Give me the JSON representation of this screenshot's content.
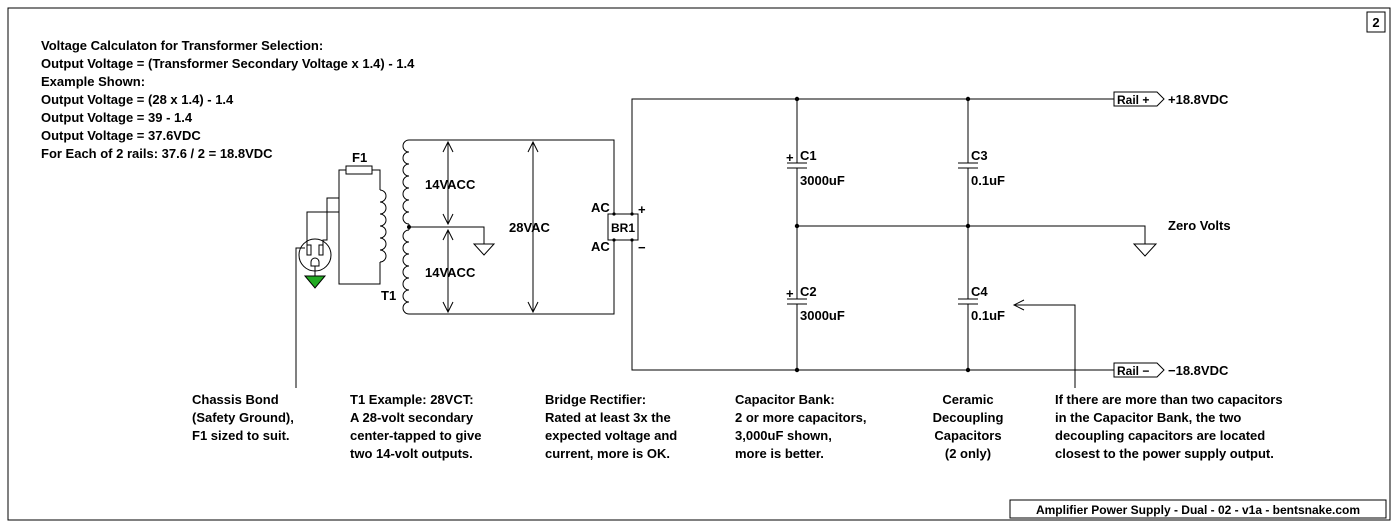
{
  "sheet_number": "2",
  "title_block": "Amplifier Power Supply - Dual - 02 - v1a - bentsnake.com",
  "calc_notes": [
    "Voltage Calculaton for Transformer Selection:",
    "Output Voltage = (Transformer Secondary Voltage x 1.4) - 1.4",
    "Example Shown:",
    "Output Voltage = (28 x 1.4) - 1.4",
    "Output Voltage = 39 - 1.4",
    "Output Voltage = 37.6VDC",
    "For Each of 2 rails: 37.6 / 2 = 18.8VDC"
  ],
  "components": {
    "fuse": "F1",
    "transformer": "T1",
    "sec_upper": "14VACC",
    "sec_lower": "14VACC",
    "sec_total": "28VAC",
    "bridge": "BR1",
    "bridge_ac1": "AC",
    "bridge_ac2": "AC",
    "bridge_plus": "+",
    "bridge_minus": "−",
    "c1_name": "C1",
    "c1_value": "3000uF",
    "c2_name": "C2",
    "c2_value": "3000uF",
    "c3_name": "C3",
    "c3_value": "0.1uF",
    "c4_name": "C4",
    "c4_value": "0.1uF",
    "cap_plus": "+",
    "rail_plus_flag": "Rail +",
    "rail_plus_voltage": "+18.8VDC",
    "rail_minus_flag": "Rail −",
    "rail_minus_voltage": "−18.8VDC",
    "zero_volts": "Zero Volts"
  },
  "annotations": {
    "chassis": [
      "Chassis Bond",
      "(Safety Ground),",
      "F1 sized to suit."
    ],
    "t1": [
      "T1 Example: 28VCT:",
      "A 28-volt secondary",
      "center-tapped to give",
      "two 14-volt outputs."
    ],
    "bridge": [
      "Bridge Rectifier:",
      "Rated at least 3x the",
      "expected voltage and",
      "current, more is OK."
    ],
    "capbank": [
      "Capacitor Bank:",
      "2 or more capacitors,",
      "3,000uF shown,",
      "more is better."
    ],
    "ceramic": [
      "Ceramic",
      "Decoupling",
      "Capacitors",
      "(2 only)"
    ],
    "decoupling": [
      "If there are more than two capacitors",
      "in the Capacitor Bank, the two",
      "decoupling capacitors are located",
      "closest to the power supply output."
    ]
  },
  "colors": {
    "ink": "#000000",
    "ground_fill": "#22aa22",
    "background": "#ffffff"
  }
}
